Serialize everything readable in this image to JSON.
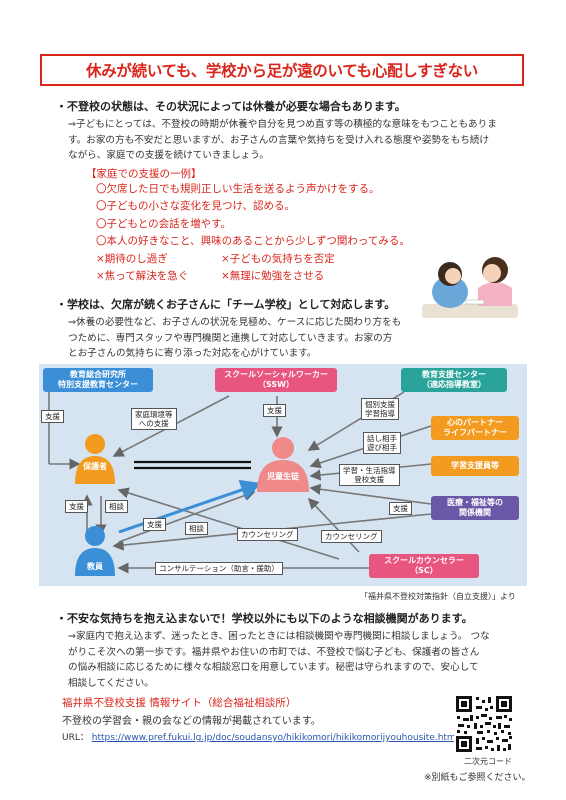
{
  "title": "休みが続いても、学校から足が遠のいても心配しすぎない",
  "section1": {
    "lead": "・不登校の状態は、その状況によっては休養が必要な場合もあります。",
    "body": [
      "⇒子どもにとっては、不登校の時期が休養や自分を見つめ直す等の積極的な意味をもつこともありま",
      "す。お家の方も不安だと思いますが、お子さんの言葉や気持ちを受け入れる態度や姿勢をもち続け",
      "ながら、家庭での支援を続けていきましょう。"
    ],
    "example_head": "【家庭での支援の一例】",
    "good": [
      "〇欠席した日でも規則正しい生活を送るよう声かけをする。",
      "〇子どもの小さな変化を見つけ、認める。",
      "〇子どもとの会話を増やす。",
      "〇本人の好きなこと、興味のあることから少しずつ関わってみる。"
    ],
    "bad": [
      [
        "×期待のし過ぎ",
        "×子どもの気持ちを否定"
      ],
      [
        "×焦って解決を急ぐ",
        "×無理に勉強をさせる"
      ]
    ]
  },
  "section2": {
    "lead": "・学校は、欠席が続くお子さんに「チーム学校」として対応します。",
    "body": [
      "⇒休養の必要性など、お子さんの状況を見極め、ケースに応じた関わり方をも",
      "つために、専門スタッフや専門機関と連携して対応していきます。お家の方",
      "とお子さんの気持ちに寄り添った対応を心がけています。"
    ]
  },
  "diagram": {
    "center_edu": [
      "教育総合研究所",
      "特別支援教育センター"
    ],
    "ssw": [
      "スクールソーシャルワーカー",
      "（SSW）"
    ],
    "support_center": [
      "教育支援センター",
      "（適応指導教室）"
    ],
    "partner": [
      "心のパートナー",
      "ライフパートナー"
    ],
    "learning_staff": "学習支援員等",
    "medical": [
      "医療・福祉等の",
      "関係機関"
    ],
    "sc": [
      "スクールカウンセラー",
      "（SC）"
    ],
    "guardian": "保護者",
    "student": "児童生徒",
    "teacher": "教員",
    "labels": {
      "support1": "支援",
      "home_env": [
        "家庭環境等",
        "への支援"
      ],
      "support_ssw": "支援",
      "individual": [
        "個別支援",
        "学習指導"
      ],
      "talk": [
        "話し相手",
        "遊び相手"
      ],
      "study": [
        "学習・生活指導",
        "登校支援"
      ],
      "support_med": "支援",
      "support_left": "支援",
      "consult_left": "相談",
      "support_mid": "支援",
      "consult_mid": "相談",
      "counseling1": "カウンセリング",
      "counseling2": "カウンセリング",
      "consultation": "コンサルテーション（助言・援助）"
    }
  },
  "source": "「福井県不登校対策指針（自立支援）」より",
  "section3": {
    "lead": "・不安な気持ちを抱え込まないで！学校以外にも以下のような相談機関があります。",
    "body": [
      "⇒家庭内で抱え込まず、迷ったとき、困ったときには相談機関や専門機関に相談しましょう。 つな",
      "がりこそ次への第一歩です。福井県やお住いの市町では、不登校で悩む子ども、保護者の皆さん",
      "の悩み相談に応じるために様々な相談窓口を用意しています。秘密は守られますので、安心して",
      "相談してください。"
    ],
    "site_name": "福井県不登校支援 情報サイト（総合福祉相談所）",
    "site_desc": "不登校の学習会・親の会などの情報が掲載されています。",
    "url_label": "URL：",
    "url": "https://www.pref.fukui.lg.jp/doc/soudansyo/hikikomori/hikikomorijyouhousite.html",
    "qr_label": "二次元コード",
    "note": "※別紙もご参照ください。"
  },
  "colors": {
    "red": "#d9261c",
    "box_blue": "#3a8fd6",
    "box_teal": "#2aa39a",
    "box_orange": "#f39b1e",
    "box_purple": "#6b57a8",
    "box_pink": "#e8557f",
    "diagram_bg": "#d6e4f2"
  }
}
